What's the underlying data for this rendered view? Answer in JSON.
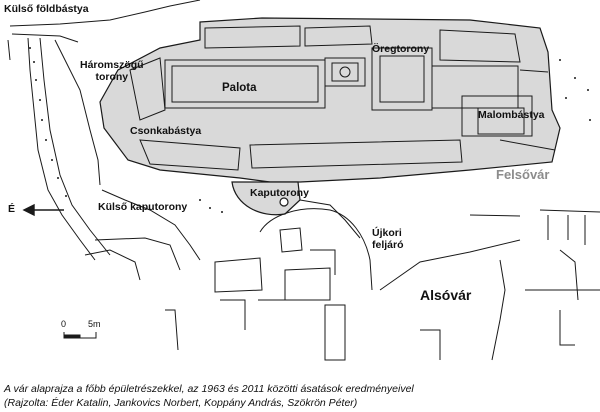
{
  "labels": {
    "kulso_foldbastya": "Külső földbástya",
    "haromszogu_torony": "Háromszögű\ntorony",
    "palota": "Palota",
    "oregtorony": "Öregtorony",
    "malombastya": "Malombástya",
    "csonkabastya": "Csonkabástya",
    "felsovar": "Felsővár",
    "kaputorony": "Kaputorony",
    "kulso_kaputorony": "Külső kaputorony",
    "ujkori_feljaro": "Újkori\nfeljáró",
    "alsovar": "Alsóvár",
    "north": "É"
  },
  "scale": {
    "zero": "0",
    "length": "5m"
  },
  "caption": {
    "line1": "A vár alaprajza a főbb épületrészekkel, az 1963 és 2011 közötti ásatások eredményeivel",
    "line2": "(Rajzolta: Éder Katalin, Jankovics Norbert, Koppány András, Szökrön Péter)"
  },
  "colors": {
    "fill": "#d9d9d9",
    "ink": "#1a1a1a",
    "muted": "#8c8c8c"
  }
}
